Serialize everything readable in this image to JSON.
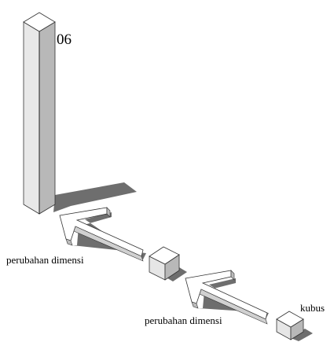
{
  "labels": {
    "column_number": "06",
    "transform_left": "perubahan dimensi",
    "transform_right": "perubahan dimensi",
    "cube": "kubus"
  },
  "colors": {
    "face_light": "#ffffff",
    "face_mid": "#e8e8e8",
    "face_dark": "#b8b8b8",
    "shadow": "#6e6e6e",
    "edge": "#333333"
  }
}
